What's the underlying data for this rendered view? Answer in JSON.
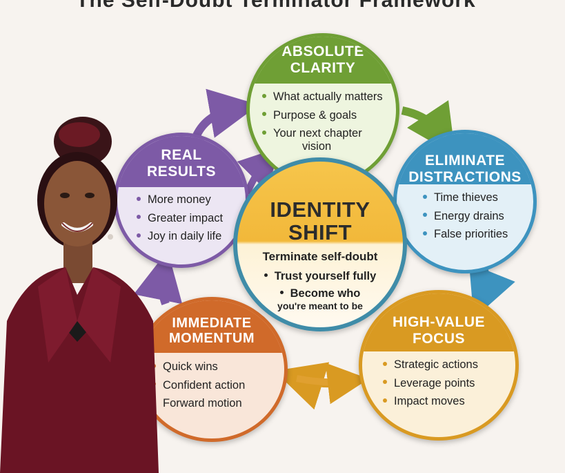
{
  "top_title_cropped": "The Self-Doubt Terminator Framework",
  "colors": {
    "clarity": "#6f9f35",
    "results": "#7d5aa6",
    "distractions": "#3d93bf",
    "momentum": "#d06a2a",
    "focus": "#d99a22",
    "center": "#f2b83a"
  },
  "person": {
    "icon": "woman-portrait-icon"
  },
  "nodes": {
    "clarity": {
      "title_1": "ABSOLUTE",
      "title_2": "CLARITY",
      "items": [
        "What actually matters",
        "Purpose & goals",
        "Your next chapter",
        "vision"
      ]
    },
    "results": {
      "title_1": "REAL",
      "title_2": "RESULTS",
      "items": [
        "More money",
        "Greater impact",
        "Joy in daily life"
      ]
    },
    "distractions": {
      "title_1": "ELIMINATE",
      "title_2": "DISTRACTIONS",
      "items": [
        "Time thieves",
        "Energy drains",
        "False priorities"
      ]
    },
    "momentum": {
      "title_1": "IMMEDIATE",
      "title_2": "MOMENTUM",
      "items": [
        "Quick wins",
        "Confident action",
        "Forward motion"
      ]
    },
    "focus": {
      "title_1": "HIGH-VALUE",
      "title_2": "FOCUS",
      "items": [
        "Strategic actions",
        "Leverage points",
        "Impact moves"
      ]
    },
    "center": {
      "title_1": "IDENTITY",
      "title_2": "SHIFT",
      "subtitle": "Terminate self-doubt",
      "items": [
        "Trust yourself fully",
        "Become who",
        "you're meant to be"
      ]
    }
  }
}
